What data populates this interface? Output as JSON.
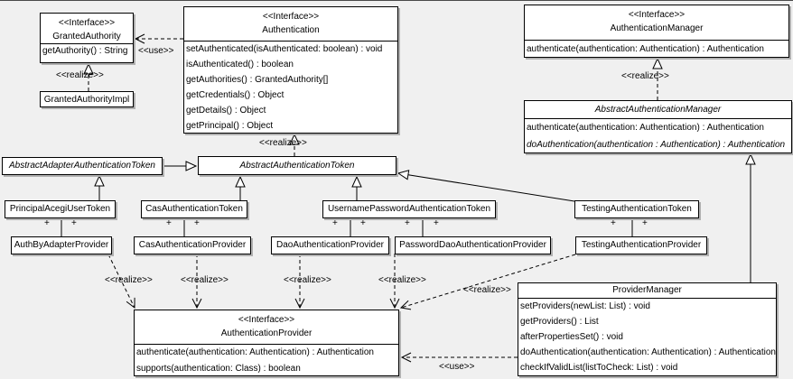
{
  "labels": {
    "use": "<<use>>",
    "realize": "<<realize>>",
    "plus": "+"
  },
  "classes": {
    "granted_authority": {
      "stereotype": "<<Interface>>",
      "name": "GrantedAuthority",
      "methods": [
        "getAuthority() : String"
      ]
    },
    "granted_authority_impl": {
      "name": "GrantedAuthorityImpl"
    },
    "authentication": {
      "stereotype": "<<Interface>>",
      "name": "Authentication",
      "methods": [
        "setAuthenticated(isAuthenticated: boolean) : void",
        "isAuthenticated() : boolean",
        "getAuthorities() : GrantedAuthority[]",
        "getCredentials() : Object",
        "getDetails() : Object",
        "getPrincipal() : Object"
      ]
    },
    "authentication_manager": {
      "stereotype": "<<Interface>>",
      "name": "AuthenticationManager",
      "methods": [
        "authenticate(authentication: Authentication) : Authentication"
      ]
    },
    "abstract_authentication_manager": {
      "name": "AbstractAuthenticationManager",
      "methods": [
        "authenticate(authentication: Authentication) : Authentication",
        "doAuthentication(authentication : Authentication) : Authentication"
      ]
    },
    "abstract_adapter_authentication_token": {
      "name": "AbstractAdapterAuthenticationToken"
    },
    "abstract_authentication_token": {
      "name": "AbstractAuthenticationToken"
    },
    "principal_acegi_user_token": {
      "name": "PrincipalAcegiUserToken"
    },
    "cas_authentication_token": {
      "name": "CasAuthenticationToken"
    },
    "username_password_authentication_token": {
      "name": "UsernamePasswordAuthenticationToken"
    },
    "testing_authentication_token": {
      "name": "TestingAuthenticationToken"
    },
    "auth_by_adapter_provider": {
      "name": "AuthByAdapterProvider"
    },
    "cas_authentication_provider": {
      "name": "CasAuthenticationProvider"
    },
    "dao_authentication_provider": {
      "name": "DaoAuthenticationProvider"
    },
    "password_dao_authentication_provider": {
      "name": "PasswordDaoAuthenticationProvider"
    },
    "testing_authentication_provider": {
      "name": "TestingAuthenticationProvider"
    },
    "authentication_provider": {
      "stereotype": "<<Interface>>",
      "name": "AuthenticationProvider",
      "methods": [
        "authenticate(authentication: Authentication) : Authentication",
        "supports(authentication: Class) : boolean"
      ]
    },
    "provider_manager": {
      "name": "ProviderManager",
      "methods": [
        "setProviders(newList: List) : void",
        "getProviders() : List",
        "afterPropertiesSet() : void",
        "doAuthentication(authentication: Authentication) : Authentication",
        "checkIfValidList(listToCheck: List) : void"
      ]
    }
  }
}
